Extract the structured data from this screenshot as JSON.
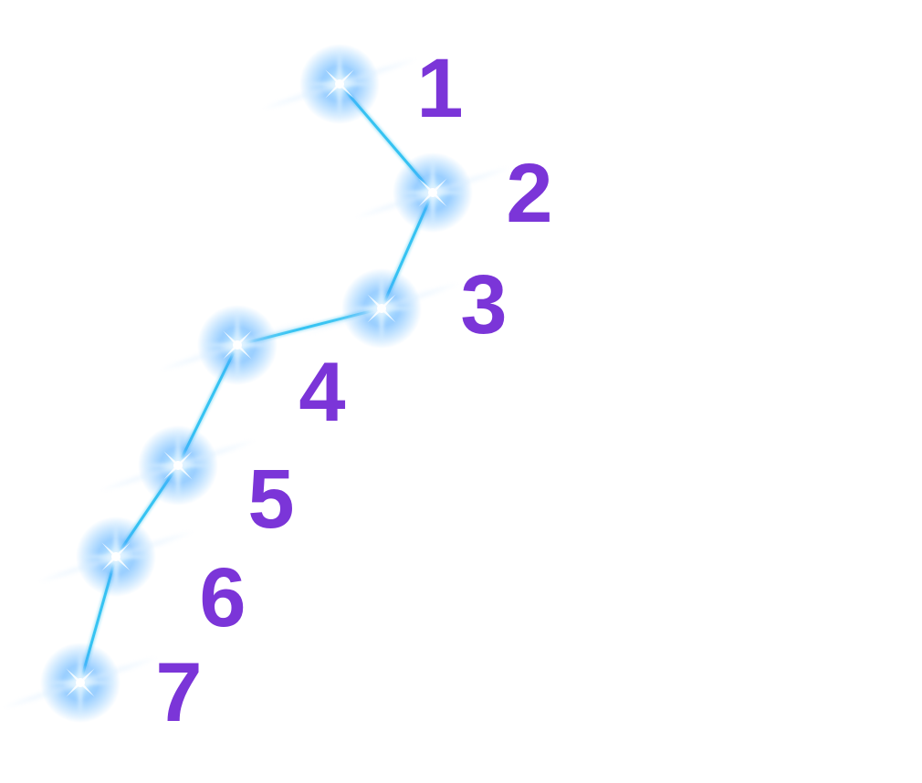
{
  "colors": {
    "background": "#ffffff",
    "label": "#7b35d8",
    "line": "#35c3f2",
    "glow": "#3ba6ff",
    "core": "#ffffff"
  },
  "stars": [
    {
      "id": 1,
      "label": "1",
      "icon": "sparkle-star-icon"
    },
    {
      "id": 2,
      "label": "2",
      "icon": "sparkle-star-icon"
    },
    {
      "id": 3,
      "label": "3",
      "icon": "sparkle-star-icon"
    },
    {
      "id": 4,
      "label": "4",
      "icon": "sparkle-star-icon"
    },
    {
      "id": 5,
      "label": "5",
      "icon": "sparkle-star-icon"
    },
    {
      "id": 6,
      "label": "6",
      "icon": "sparkle-star-icon"
    },
    {
      "id": 7,
      "label": "7",
      "icon": "sparkle-star-icon"
    }
  ]
}
